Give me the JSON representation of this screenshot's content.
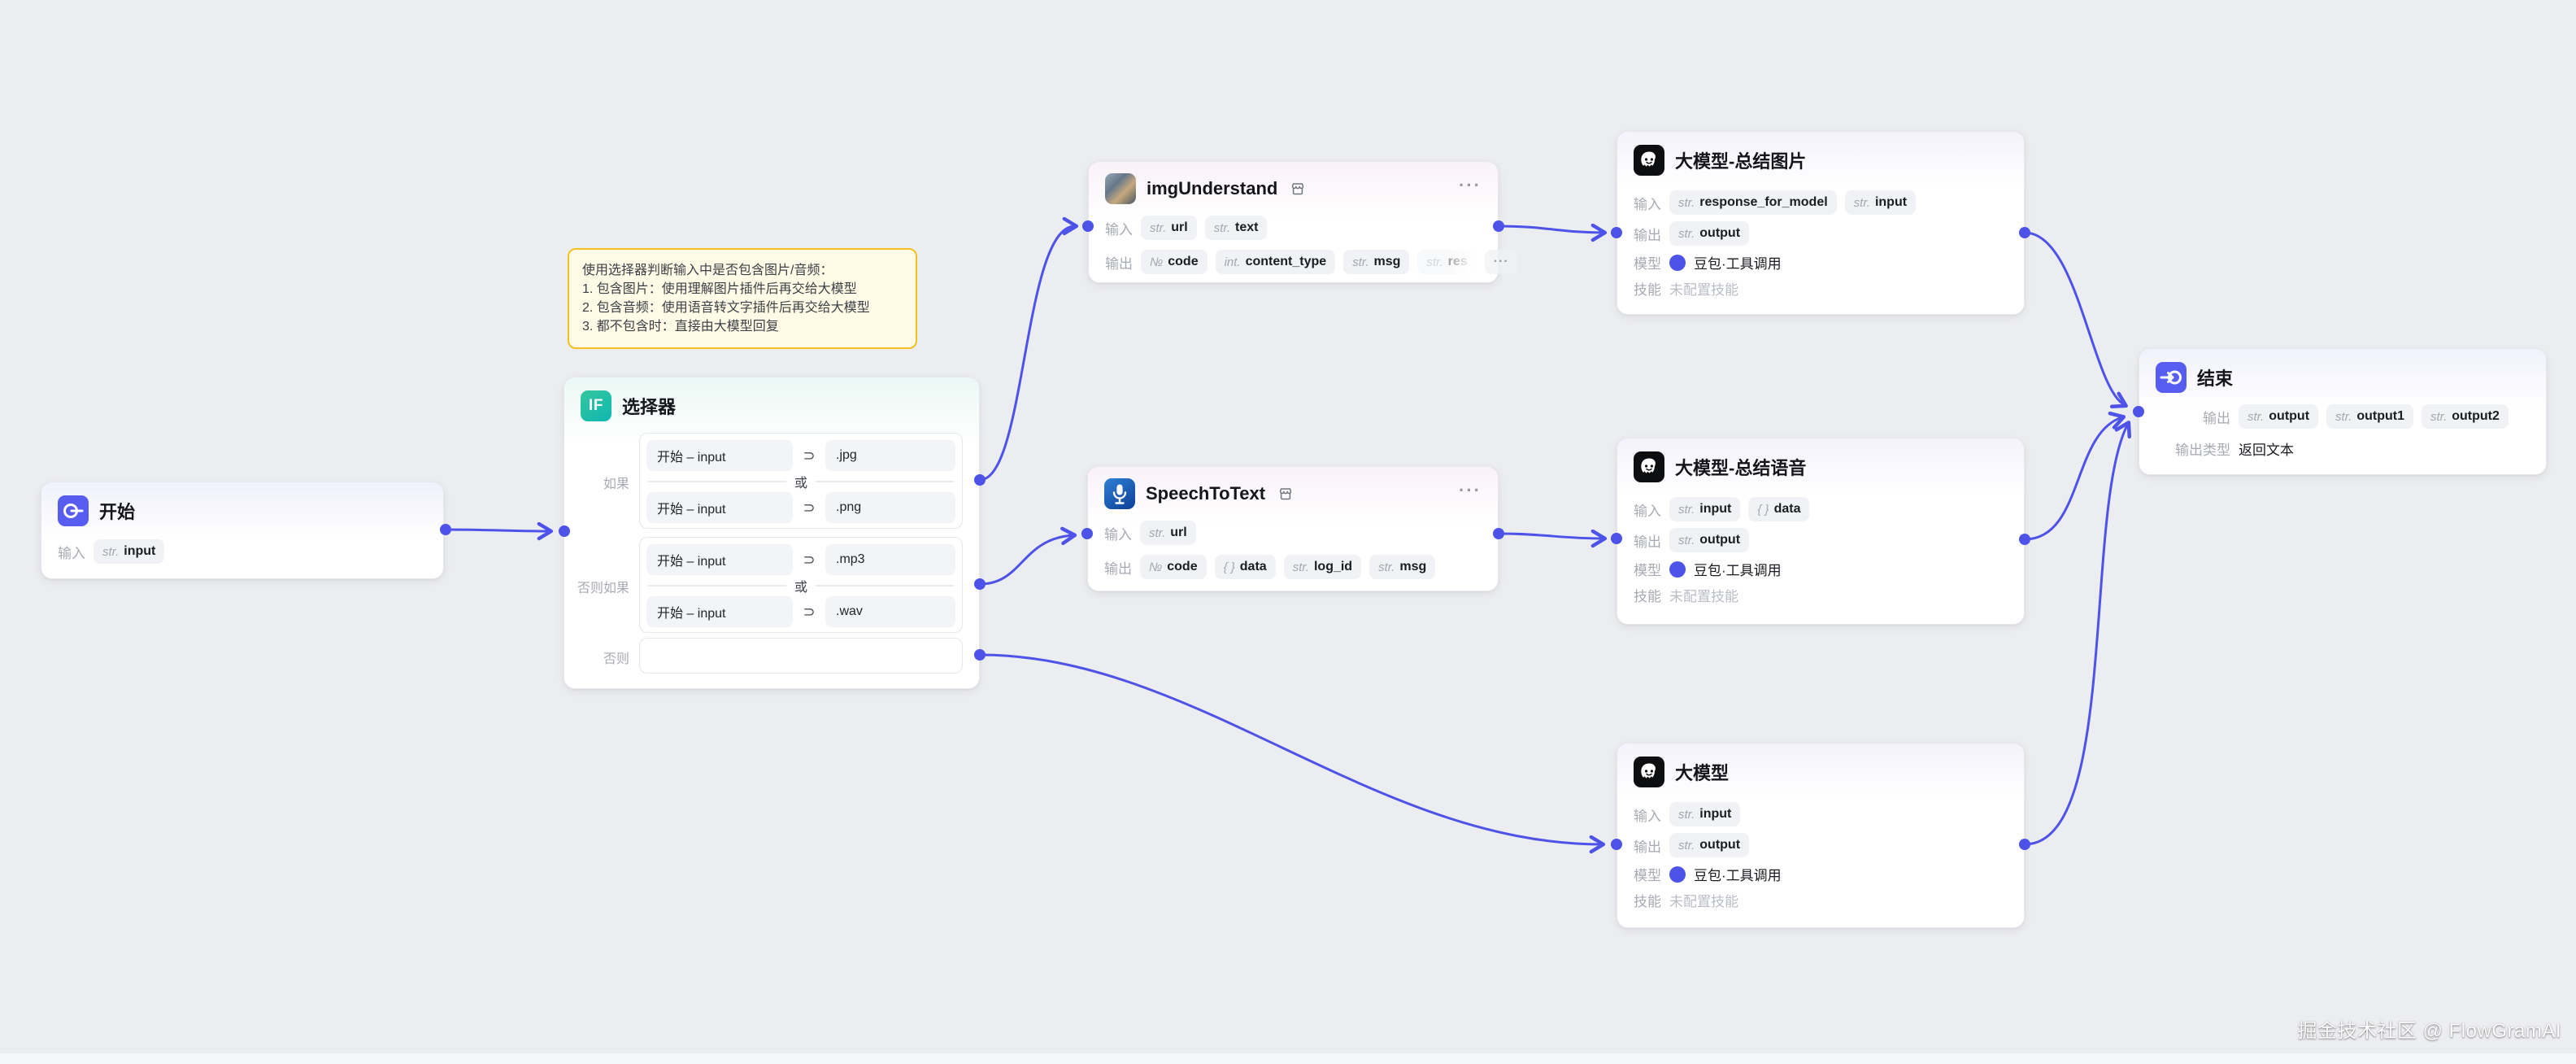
{
  "canvas": {
    "bg": "#ecedf0",
    "accent": "#4d53e8",
    "watermark": "掘金技术社区 @ FlowGramAI"
  },
  "labels": {
    "input": "输入",
    "output": "输出",
    "model": "模型",
    "skill": "技能",
    "output_type": "输出类型",
    "if": "如果",
    "elseif": "否则如果",
    "else": "否则",
    "or": "或",
    "more": "···"
  },
  "note": {
    "line1": "使用选择器判断输入中是否包含图片/音频：",
    "line2": "1. 包含图片：使用理解图片插件后再交给大模型",
    "line3": "2. 包含音频：使用语音转文字插件后再交给大模型",
    "line4": "3. 都不包含时：直接由大模型回复"
  },
  "nodes": {
    "start": {
      "title": "开始",
      "inputs": [
        {
          "t": "str.",
          "n": "input"
        }
      ]
    },
    "selector": {
      "title": "选择器",
      "badge": "IF",
      "if_rows": [
        {
          "left": "开始 – input",
          "op": "⊃",
          "right": ".jpg"
        },
        {
          "left": "开始 – input",
          "op": "⊃",
          "right": ".png"
        }
      ],
      "elseif_rows": [
        {
          "left": "开始 – input",
          "op": "⊃",
          "right": ".mp3"
        },
        {
          "left": "开始 – input",
          "op": "⊃",
          "right": ".wav"
        }
      ]
    },
    "img_understand": {
      "title": "imgUnderstand",
      "inputs": [
        {
          "t": "str.",
          "n": "url"
        },
        {
          "t": "str.",
          "n": "text"
        }
      ],
      "outputs": [
        {
          "t": "№",
          "n": "code"
        },
        {
          "t": "int.",
          "n": "content_type"
        },
        {
          "t": "str.",
          "n": "msg"
        },
        {
          "t": "str.",
          "n": "res"
        }
      ]
    },
    "speech_to_text": {
      "title": "SpeechToText",
      "inputs": [
        {
          "t": "str.",
          "n": "url"
        }
      ],
      "outputs": [
        {
          "t": "№",
          "n": "code"
        },
        {
          "t": "{ }",
          "n": "data"
        },
        {
          "t": "str.",
          "n": "log_id"
        },
        {
          "t": "str.",
          "n": "msg"
        }
      ]
    },
    "llm_image": {
      "title": "大模型-总结图片",
      "inputs": [
        {
          "t": "str.",
          "n": "response_for_model"
        },
        {
          "t": "str.",
          "n": "input"
        }
      ],
      "outputs": [
        {
          "t": "str.",
          "n": "output"
        }
      ],
      "model": "豆包·工具调用",
      "skill": "未配置技能"
    },
    "llm_speech": {
      "title": "大模型-总结语音",
      "inputs": [
        {
          "t": "str.",
          "n": "input"
        },
        {
          "t": "{ }",
          "n": "data"
        }
      ],
      "outputs": [
        {
          "t": "str.",
          "n": "output"
        }
      ],
      "model": "豆包·工具调用",
      "skill": "未配置技能"
    },
    "llm": {
      "title": "大模型",
      "inputs": [
        {
          "t": "str.",
          "n": "input"
        }
      ],
      "outputs": [
        {
          "t": "str.",
          "n": "output"
        }
      ],
      "model": "豆包·工具调用",
      "skill": "未配置技能"
    },
    "end": {
      "title": "结束",
      "outputs": [
        {
          "t": "str.",
          "n": "output"
        },
        {
          "t": "str.",
          "n": "output1"
        },
        {
          "t": "str.",
          "n": "output2"
        }
      ],
      "output_type_value": "返回文本"
    }
  }
}
